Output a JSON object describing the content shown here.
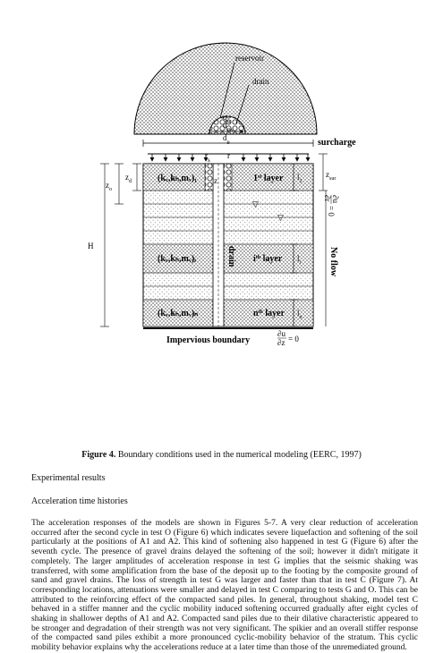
{
  "figure": {
    "labels": {
      "reservoir": "reservoir",
      "drain_top": "drain",
      "q_w": "q",
      "q_w_sub": "w",
      "d_rw": "d",
      "d_rw_sub": "rw",
      "d_e": "d",
      "d_e_sub": "e",
      "r_s": "r",
      "r_s_sub": "s",
      "r": "r",
      "surcharge": "surcharge",
      "z_o": "z",
      "z_o_sub": "o",
      "z_d": "z",
      "z_d_sub": "d",
      "z_sur": "z",
      "z_sur_sub": "sur",
      "z": "z",
      "H": "H",
      "drain_vertical": "drain",
      "layer1_params": "(k",
      "layer1_params_full": "(kᵥ,kₕ,mᵥ)₁",
      "layeri_params_full": "(kᵥ,kₕ,mᵥ)ᵢ",
      "layern_params_full": "(kᵥ,kₕ,mᵥ)ₙ",
      "layer1_name": "1",
      "layer1_sup": "st",
      "layer1_word": " layer",
      "layeri_name": "i",
      "layeri_sup": "th",
      "layeri_word": " layer",
      "layern_name": "n",
      "layern_sup": "th",
      "layern_word": " layer",
      "l1": "l",
      "l1_sub": "1",
      "li": "l",
      "li_sub": "i",
      "ln": "l",
      "ln_sub": "n",
      "no_flow": "No flow",
      "impervious": "Impervious boundary",
      "bc_side_num": "∂u",
      "bc_side_den": "∂r",
      "bc_side_val": "= 0",
      "bc_bottom_num": "∂u",
      "bc_bottom_den": "∂z",
      "bc_bottom_val": "= 0"
    },
    "caption_label": "Figure 4.",
    "caption_text": " Boundary conditions used in the numerical modeling (EERC, 1997)"
  },
  "text": {
    "heading1": "Experimental results",
    "heading2": "Acceleration time histories",
    "paragraph": "The acceleration responses of the models are shown in Figures 5-7. A very clear reduction of acceleration occurred after the second cycle in test O (Figure 6) which indicates severe liquefaction and softening of the soil particularly at the positions of A1 and A2. This kind of softening also happened in test G (Figure 6) after the seventh cycle. The presence of gravel drains delayed the softening of the soil; however it didn't mitigate it completely. The larger amplitudes of acceleration response in test G implies that the seismic shaking was transferred, with some amplification from the base of the deposit up to the footing by the composite ground of sand and gravel drains. The loss of strength in test G was larger and faster than that in test C (Figure 7). At corresponding locations, attenuations were smaller and delayed in test C comparing to tests G and O. This can be attributed to the reinforcing effect of the compacted sand piles. In general, throughout shaking, model test C behaved in a stiffer manner and the cyclic mobility induced softening occurred gradually after eight cycles of shaking in shallower depths of A1 and A2. Compacted sand piles due to their dilative characteristic appeared to be stronger and degradation of their strength was not very significant. The spikier and an overall stiffer response of the compacted sand piles exhibit a more pronounced cyclic-mobility behavior of the stratum. This cyclic mobility behavior explains why the accelerations reduce at a later time than those of the unremediated ground."
  }
}
